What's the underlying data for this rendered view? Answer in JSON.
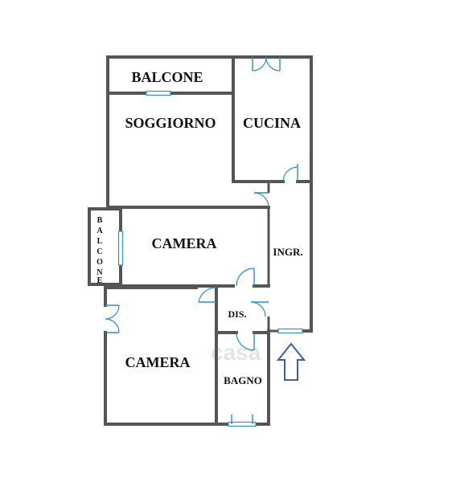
{
  "rooms": {
    "balcone_top": "BALCONE",
    "soggiorno": "SOGGIORNO",
    "cucina": "CUCINA",
    "balcone_side": [
      "B",
      "A",
      "L",
      "C",
      "O",
      "N",
      "E"
    ],
    "camera_1": "CAMERA",
    "ingresso": "INGR.",
    "disimpegno": "DIS.",
    "camera_2": "CAMERA",
    "bagno": "BAGNO"
  },
  "watermark": "casa",
  "colors": {
    "wall": "#555555",
    "fixture": "#2f8fc0",
    "arrow": "#3b5fa8",
    "label": "#111111"
  },
  "entrance_icon": "up-arrow-icon"
}
